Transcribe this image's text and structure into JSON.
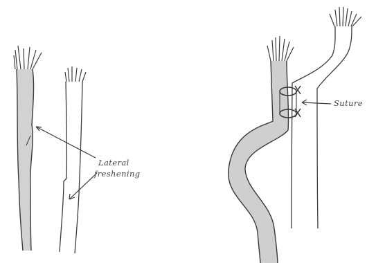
{
  "figure": {
    "labels": {
      "lateral_1": "Lateral",
      "lateral_2": "freshening",
      "suture": "Suture"
    },
    "colors": {
      "background": "#ffffff",
      "ink": "#3a3a3a",
      "shading": "#c9c9c9"
    }
  }
}
